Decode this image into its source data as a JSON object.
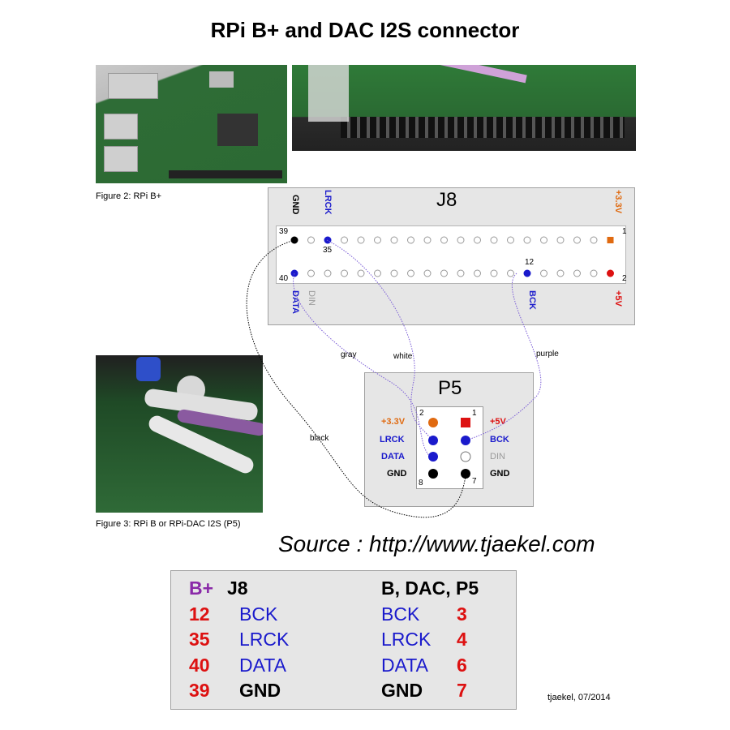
{
  "title": "RPi B+ and DAC I2S connector",
  "captions": {
    "fig2": "Figure 2: RPi B+",
    "fig3": "Figure 3: RPi B or RPi-DAC I2S (P5)"
  },
  "colors": {
    "blue": "#1a1acc",
    "red": "#dd1111",
    "orange": "#e06a10",
    "purple": "#8a2aa8",
    "gray_text": "#9a9a9a"
  },
  "j8": {
    "title": "J8",
    "top_labels": {
      "gnd": "GND",
      "lrck": "LRCK",
      "v33": "+3.3V"
    },
    "bottom_labels": {
      "data": "DATA",
      "din": "DIN",
      "bck": "BCK",
      "v5": "+5V"
    },
    "pin_numbers": {
      "p39": "39",
      "p35": "35",
      "p1": "1",
      "p40": "40",
      "p12": "12",
      "p2": "2"
    }
  },
  "wires": {
    "gray": "gray",
    "white": "white",
    "purple": "purple",
    "black": "black"
  },
  "p5": {
    "title": "P5",
    "left_labels": [
      "+3.3V",
      "LRCK",
      "DATA",
      "GND"
    ],
    "right_labels": [
      "+5V",
      "BCK",
      "DIN",
      "GND"
    ],
    "pin_numbers": {
      "p2": "2",
      "p1": "1",
      "p8": "8",
      "p7": "7"
    }
  },
  "source": "Source : http://www.tjaekel.com",
  "table": {
    "header_left_prefix": "B+",
    "header_left": "J8",
    "header_right": "B, DAC, P5",
    "rows": [
      {
        "j8": "12",
        "sig_left": "BCK",
        "sig_right": "BCK",
        "p5": "3"
      },
      {
        "j8": "35",
        "sig_left": "LRCK",
        "sig_right": "LRCK",
        "p5": "4"
      },
      {
        "j8": "40",
        "sig_left": "DATA",
        "sig_right": "DATA",
        "p5": "6"
      },
      {
        "j8": "39",
        "sig_left": "GND",
        "sig_right": "GND",
        "p5": "7"
      }
    ]
  },
  "signature": "tjaekel, 07/2014"
}
